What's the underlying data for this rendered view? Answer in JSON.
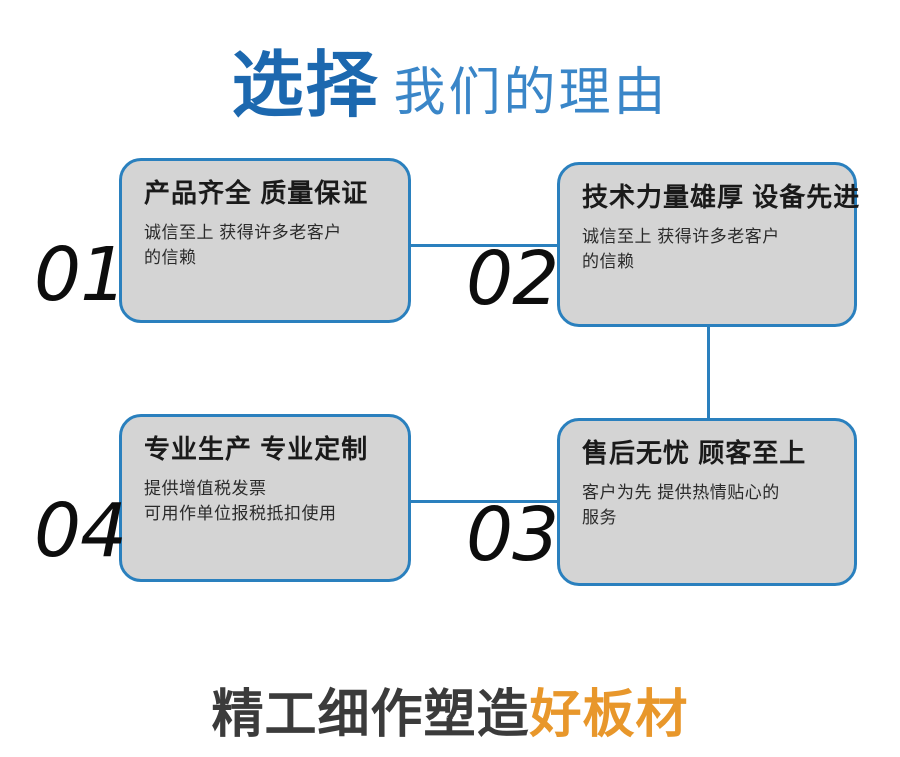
{
  "header": {
    "title_strong": "选择",
    "title_light": "我们的理由"
  },
  "colors": {
    "accent_blue": "#2A80BE",
    "title_blue_strong": "#1C68AF",
    "title_blue_light": "#3A86C8",
    "box_fill": "#D4D4D4",
    "number_dark": "#0D0D0D",
    "footer_dark": "#3B3B3B",
    "footer_accent_orange": "#E8972B"
  },
  "features": [
    {
      "number": "01",
      "title": "产品齐全 质量保证",
      "body_lines": [
        "诚信至上 获得许多老客户",
        "的信赖"
      ]
    },
    {
      "number": "02",
      "title": "技术力量雄厚 设备先进",
      "body_lines": [
        "诚信至上 获得许多老客户",
        "的信赖"
      ]
    },
    {
      "number": "03",
      "title": "售后无忧 顾客至上",
      "body_lines": [
        "客户为先 提供热情贴心的",
        "服务"
      ]
    },
    {
      "number": "04",
      "title": "专业生产 专业定制",
      "body_lines": [
        "提供增值税发票",
        "可用作单位报税抵扣使用"
      ]
    }
  ],
  "footer": {
    "text_dark": "精工细作塑造",
    "text_accent": "好板材"
  }
}
